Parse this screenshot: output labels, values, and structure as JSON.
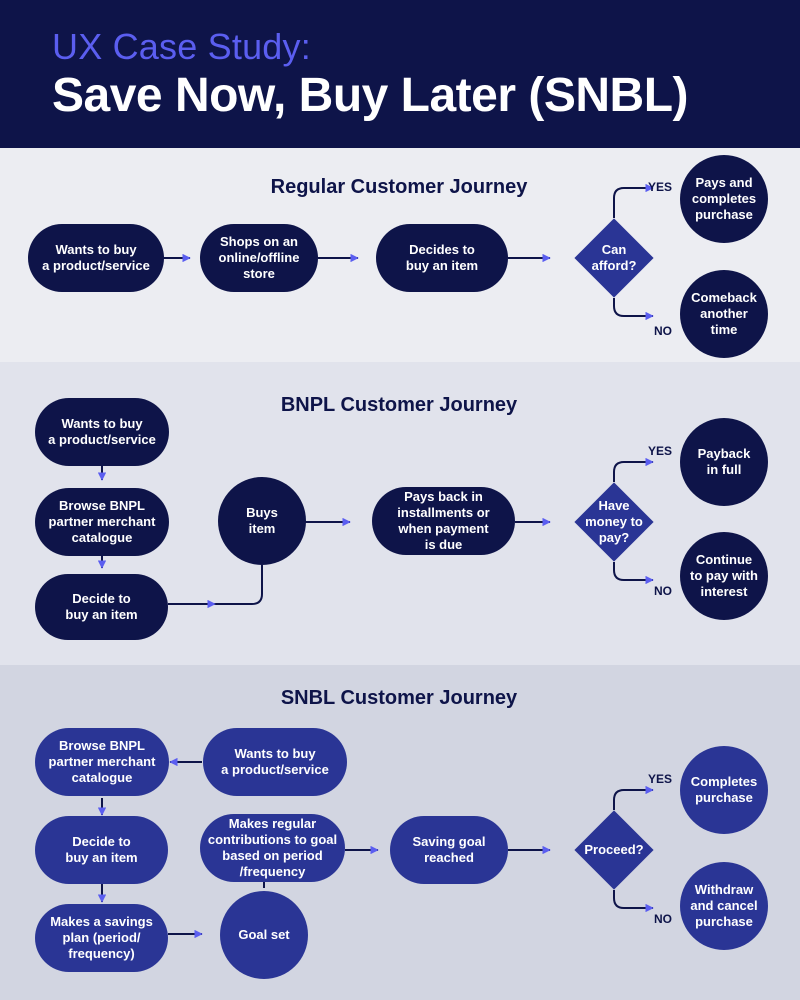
{
  "header": {
    "subtitle": "UX Case Study:",
    "title": "Save Now, Buy Later (SNBL)"
  },
  "colors": {
    "header_bg": "#0e1449",
    "subtitle": "#5b5ef0",
    "node_dark": "#0e1449",
    "node_blue": "#2a3595",
    "arrow": "#5b5ef0"
  },
  "regular": {
    "title": "Regular Customer Journey",
    "wants": "Wants to buy\na product/service",
    "shops": "Shops on an\nonline/offline\nstore",
    "decides": "Decides to\nbuy an item",
    "diamond": "Can\nafford?",
    "yes_label": "YES",
    "no_label": "NO",
    "yes_result": "Pays and\ncompletes\npurchase",
    "no_result": "Comeback\nanother\ntime"
  },
  "bnpl": {
    "title": "BNPL Customer Journey",
    "wants": "Wants to buy\na product/service",
    "browse": "Browse BNPL\npartner merchant\ncatalogue",
    "decide": "Decide to\nbuy an item",
    "buys": "Buys\nitem",
    "pays_back": "Pays back in\ninstallments or\nwhen payment\nis due",
    "diamond": "Have\nmoney to\npay?",
    "yes_label": "YES",
    "no_label": "NO",
    "yes_result": "Payback\nin full",
    "no_result": "Continue\nto pay with\ninterest"
  },
  "snbl": {
    "title": "SNBL Customer Journey",
    "wants": "Wants to buy\na product/service",
    "browse": "Browse BNPL\npartner merchant\ncatalogue",
    "decide": "Decide to\nbuy an item",
    "plan": "Makes a savings\nplan (period/\nfrequency)",
    "goal_set": "Goal set",
    "contributions": "Makes regular\ncontributions to goal\nbased on period\n/frequency",
    "goal_reached": "Saving goal\nreached",
    "diamond": "Proceed?",
    "yes_label": "YES",
    "no_label": "NO",
    "yes_result": "Completes\npurchase",
    "no_result": "Withdraw\nand cancel\npurchase"
  }
}
